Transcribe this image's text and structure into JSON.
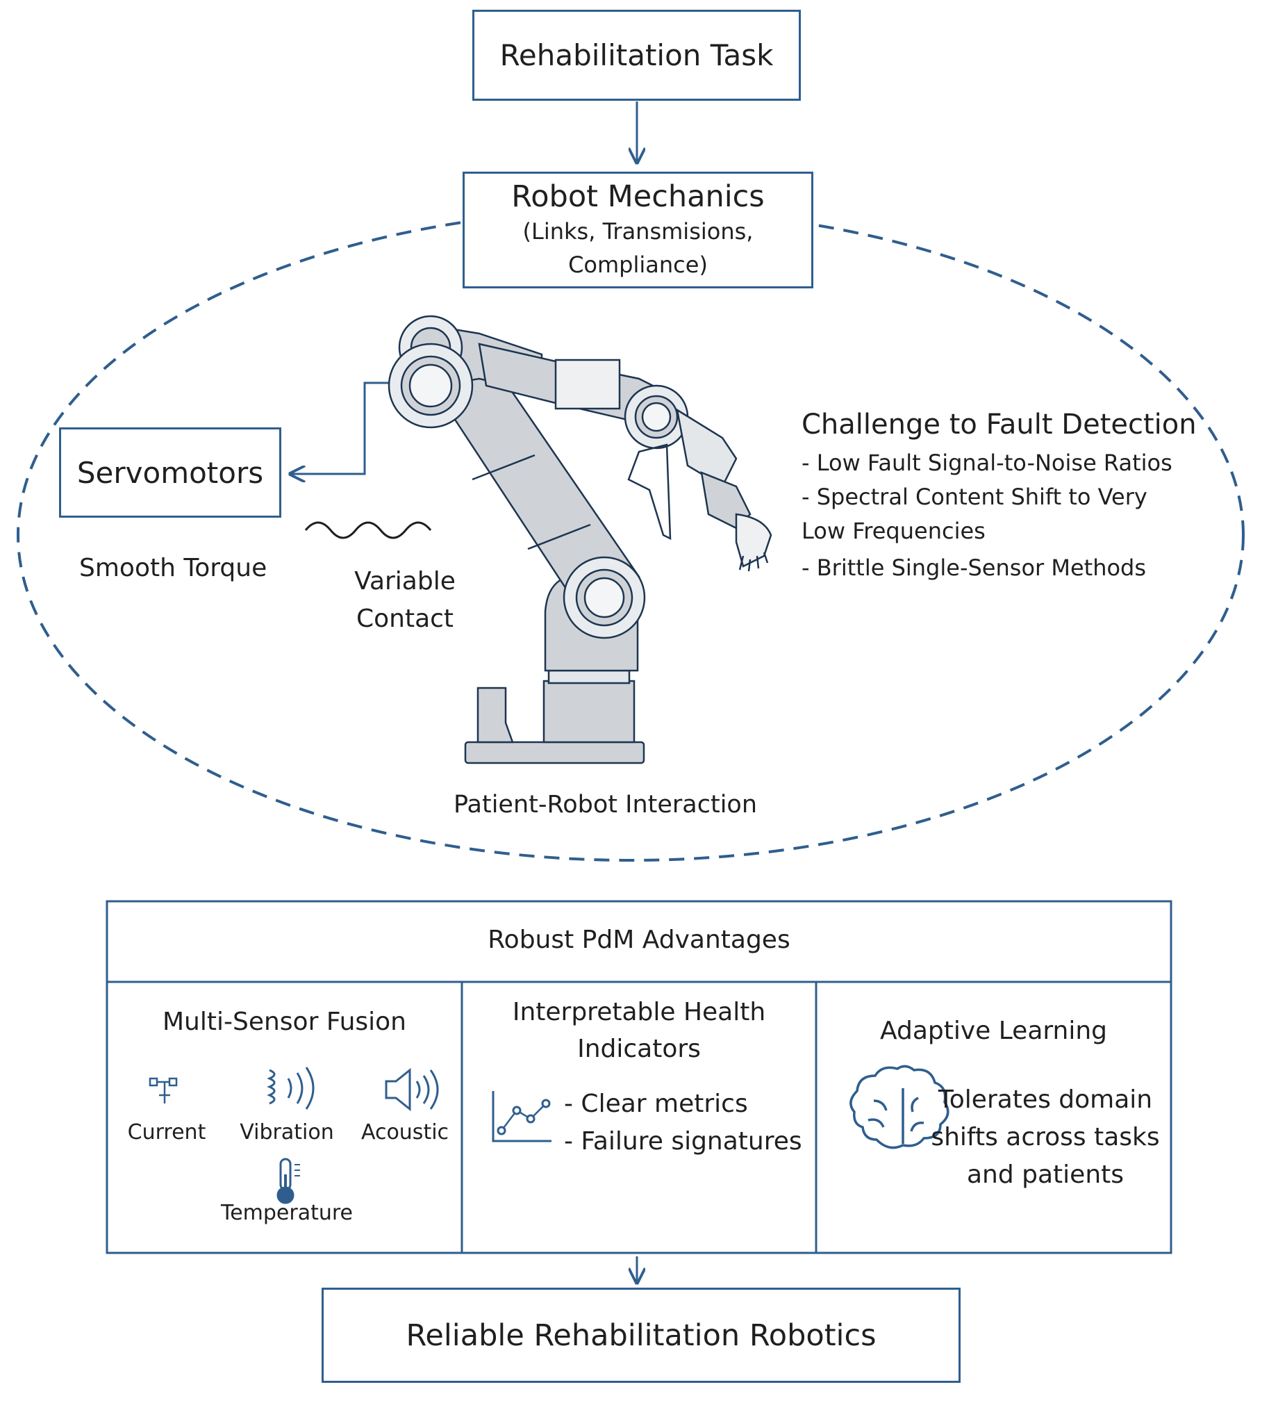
{
  "top_task": "Rehabilitation Task",
  "mechanics": {
    "title": "Robot Mechanics",
    "line1": "(Links, Transmisions,",
    "line2": "Compliance)"
  },
  "servomotors": "Servomotors",
  "smooth_torque": "Smooth Torque",
  "variable_contact": {
    "line1": "Variable",
    "line2": "Contact"
  },
  "interaction": "Patient-Robot Interaction",
  "challenge": {
    "title": "Challenge to Fault Detection",
    "items": [
      "- Low Fault Signal-to-Noise Ratios",
      "- Spectral Content Shift to Very",
      "Low Frequencies",
      "- Brittle Single-Sensor Methods"
    ]
  },
  "pdm": {
    "header": "Robust PdM Advantages",
    "fusion": {
      "title": "Multi-Sensor Fusion",
      "sensors": [
        "Current",
        "Vibration",
        "Acoustic",
        "Temperature"
      ]
    },
    "indicators": {
      "title_line1": "Interpretable Health",
      "title_line2": "Indicators",
      "items": [
        "- Clear metrics",
        "- Failure signatures"
      ]
    },
    "adaptive": {
      "title": "Adaptive Learning",
      "lines": [
        "Tolerates domain",
        "shifts across tasks",
        "and patients"
      ]
    }
  },
  "bottom_result": "Reliable Rehabilitation Robotics",
  "colors": {
    "border": "#2f5e8e",
    "robot_gray": "#cfd3d8",
    "robot_outline": "#1e3550"
  }
}
